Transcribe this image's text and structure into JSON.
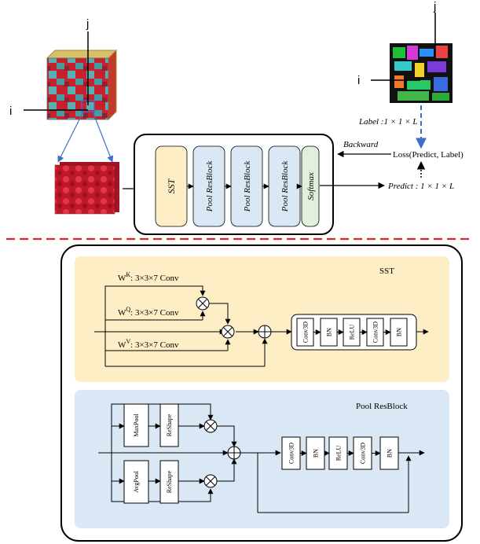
{
  "top": {
    "cube_labels": {
      "i": "i",
      "j": "j"
    },
    "map_labels": {
      "i": "i",
      "j": "j"
    },
    "label_text": "Label :1 × 1 × L",
    "loss_text": "Loss(Predict, Label)",
    "backward_text": "Backward",
    "predict_text": "Predict : 1 × 1 × L",
    "blocks": [
      {
        "id": "sst",
        "label": "SST",
        "color": "#fdeec6"
      },
      {
        "id": "pool1",
        "label": "Pool ResBlock",
        "color": "#dae8f5"
      },
      {
        "id": "pool2",
        "label": "Pool ResBlock",
        "color": "#dae8f5"
      },
      {
        "id": "pool3",
        "label": "Pool ResBlock",
        "color": "#dae8f5"
      },
      {
        "id": "softmax",
        "label": "Softmax",
        "color": "#e2efda"
      }
    ]
  },
  "sst": {
    "title": "SST",
    "wk_base": "W",
    "wk_sup": "K",
    "wk_rest": ": 3×3×7 Conv",
    "wq_base": "W",
    "wq_sup": "Q",
    "wq_rest": ": 3×3×7 Conv",
    "wv_base": "W",
    "wv_sup": "V",
    "wv_rest": ": 3×3×7 Conv",
    "layers": [
      "Conv3D",
      "BN",
      "ReLU",
      "Conv3D",
      "BN"
    ]
  },
  "pool": {
    "title": "Pool ResBlock",
    "maxpool": "MaxPool",
    "avgpool": "AvgPool",
    "reshape1": "ReShape",
    "reshape2": "ReShape",
    "layers": [
      "Conv3D",
      "BN",
      "ReLU",
      "Conv3D",
      "BN"
    ]
  },
  "colors": {
    "sst_bg": "#fdeec6",
    "pool_bg": "#dae8f5",
    "dashed_divider": "#d9262b",
    "arrow_blue": "#3f6fc4",
    "hsi_red": "#c8202e"
  }
}
